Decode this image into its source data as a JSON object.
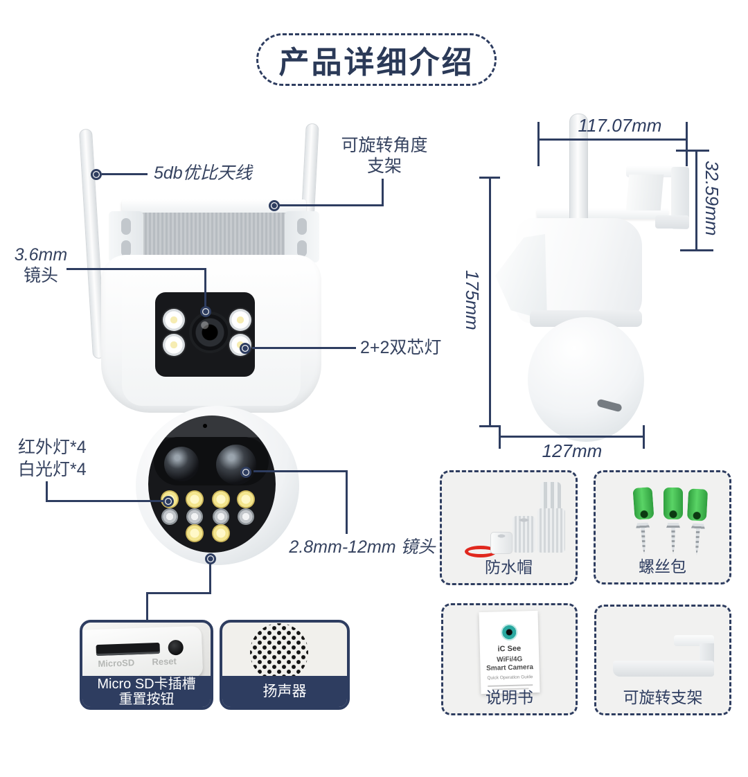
{
  "title": "产品详细介绍",
  "colors": {
    "accent_navy": "#2e3d60",
    "ring_red": "#e0281e",
    "anchor_green": "#3cb54a",
    "logo_teal": "#2aa9a0"
  },
  "callouts": {
    "antenna": "5db优比天线",
    "bracket_line1": "可旋转角度",
    "bracket_line2": "支架",
    "main_lens_line1": "3.6mm",
    "main_lens_line2": "镜头",
    "dual_light": "2+2双芯灯",
    "ir_line1": "红外灯*4",
    "ir_line2": "白光灯*4",
    "zoom_lens": "2.8mm-12mm 镜头"
  },
  "dimensions": {
    "top_width": "117.07mm",
    "bracket_height": "32.59mm",
    "body_height": "175mm",
    "base_width": "127mm"
  },
  "accessories": {
    "waterproof_cap": "防水帽",
    "screw_pack": "螺丝包",
    "manual": "说明书",
    "rotatable_bracket": "可旋转支架"
  },
  "manual_cover": {
    "brand": "iC See",
    "product_line1": "WiFi/4G",
    "product_line2": "Smart Camera",
    "subtitle": "Quick Operation Guide"
  },
  "panels": {
    "sd_label_line1": "Micro SD卡插槽",
    "sd_label_line2": "重置按钮",
    "speaker_label": "扬声器",
    "device_microsd": "MicroSD",
    "device_reset": "Reset"
  }
}
